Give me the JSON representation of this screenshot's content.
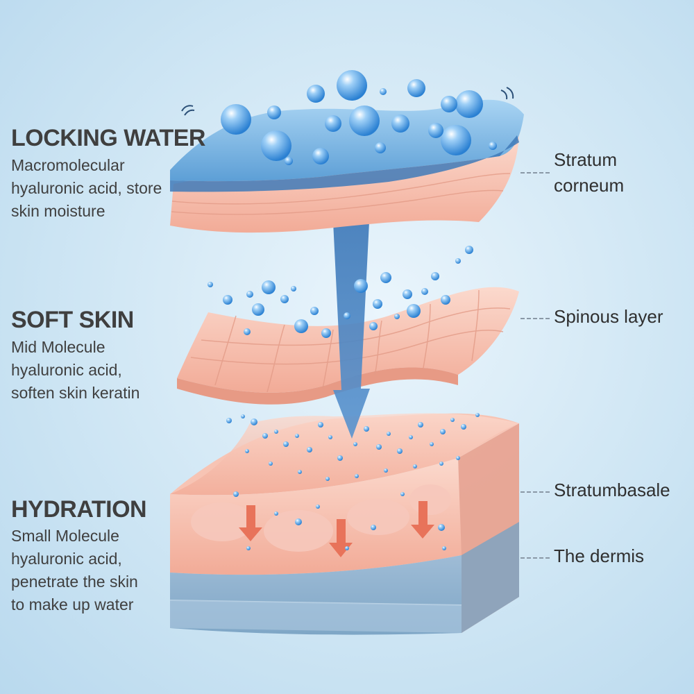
{
  "sections": [
    {
      "heading": "LOCKING WATER",
      "description": [
        "Macromolecular",
        "hyaluronic acid, store",
        "skin moisture"
      ]
    },
    {
      "heading": "SOFT SKIN",
      "description": [
        "Mid Molecule",
        "hyaluronic acid,",
        "soften skin keratin"
      ]
    },
    {
      "heading": "HYDRATION",
      "description": [
        "Small Molecule",
        "hyaluronic acid,",
        "penetrate the skin",
        "to make up water"
      ]
    }
  ],
  "layers": [
    {
      "label": [
        "Stratum",
        "corneum"
      ]
    },
    {
      "label": [
        "Spinous layer"
      ]
    },
    {
      "label": [
        "Stratumbasale"
      ]
    },
    {
      "label": [
        "The dermis"
      ]
    }
  ],
  "colors": {
    "background": "#cfe6f4",
    "water_layer": "#5d9fd6",
    "skin_layer": "#f4b7a6",
    "dermis": "#8fb3cf",
    "arrow": "#4f86c2",
    "text": "#3f3f3f"
  }
}
